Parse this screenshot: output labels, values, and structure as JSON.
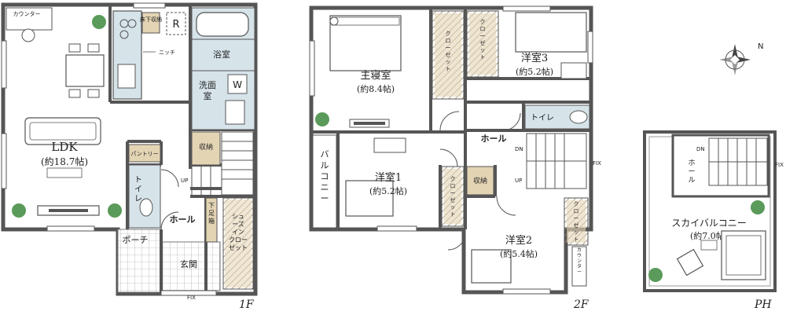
{
  "colors": {
    "wall": "#555555",
    "wet_area": "#d6e4ea",
    "storage": "#e3d4b4",
    "hatch": "#9a8a6a",
    "plant": "#5a9a5a"
  },
  "floor1": {
    "counter": "カウンター",
    "ldk_label": "LDK",
    "ldk_size": "(約18.7帖)",
    "niche": "ニッチ",
    "floor_storage": "床下収納",
    "fridge": "R",
    "bath": "浴室",
    "washroom": "洗面室",
    "washer": "W",
    "storage": "収納",
    "pantry": "パントリー",
    "toilet": "トイレ",
    "up": "UP",
    "hall": "ホール",
    "shoe_box": "下足箱",
    "shoe_closet": "シューズインクローゼット",
    "porch": "ポーチ",
    "entrance": "玄関",
    "fix": "FIX",
    "floor_label": "1F"
  },
  "floor2": {
    "master_label": "主寝室",
    "master_size": "(約8.4帖)",
    "closet_a": "クローゼット",
    "closet_b": "クローゼット",
    "room3_label": "洋室3",
    "room3_size": "(約5.2帖)",
    "toilet": "トイレ",
    "hall": "ホール",
    "dn": "DN",
    "up": "UP",
    "fix": "FIX",
    "balcony": "バルコニー",
    "room1_label": "洋室1",
    "room1_size": "(約5.2帖)",
    "closet_c": "クローゼット",
    "storage": "収納",
    "closet_d": "クローゼット",
    "room2_label": "洋室2",
    "room2_size": "(約5.4帖)",
    "counter": "カウンター",
    "floor_label": "2F"
  },
  "floorph": {
    "north": "N",
    "dn": "DN",
    "hall": "ホール",
    "fix": "FIX",
    "sky_balcony_label": "スカイバルコニー",
    "sky_balcony_size": "(約7.0帖)",
    "floor_label": "PH"
  }
}
